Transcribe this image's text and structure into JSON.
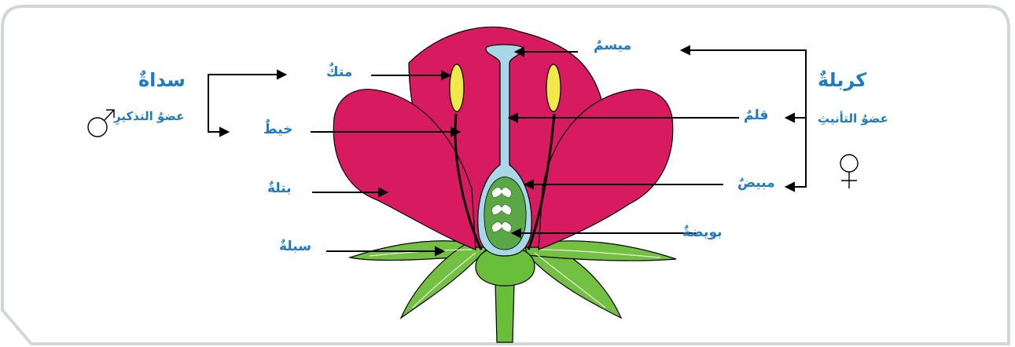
{
  "diagram": {
    "male": {
      "title": "سداةٌ",
      "subtitle": "عضوُ التذكيرِ",
      "symbol": "♂"
    },
    "female": {
      "title": "كربلةٌ",
      "subtitle": "عضوُ التأنيثِ",
      "symbol": "♀"
    },
    "labels": {
      "anther": "متكٌ",
      "stigma": "ميسمٌ",
      "style": "قلمٌ",
      "filament": "خيطٌ",
      "petal": "بتلةٌ",
      "ovary": "مبيضٌ",
      "ovule": "بويضةٌ",
      "sepal": "سبلةٌ"
    }
  },
  "colors": {
    "label": "#1f7bbf",
    "petal": "#d81b60",
    "pistil": "#a8d8e8",
    "ovary_inner": "#5aa845",
    "sepal": "#6abf3a",
    "anther": "#f1e94a",
    "frame": "#cfd3d6"
  }
}
